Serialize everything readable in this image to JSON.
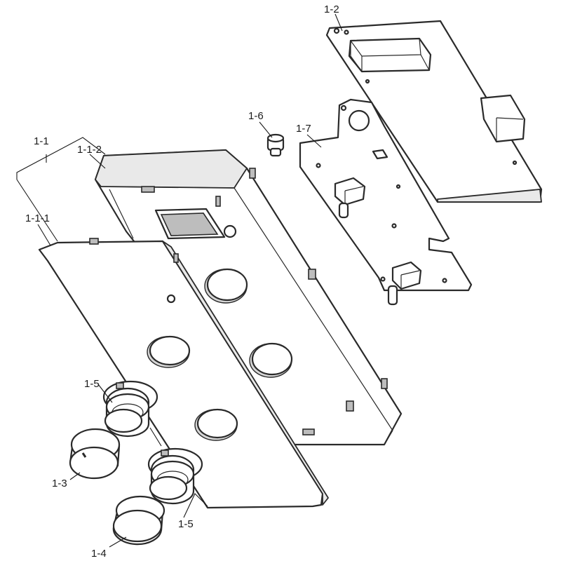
{
  "labels": {
    "l_1_1": "1-1",
    "l_1_1_2": "1-1-2",
    "l_1_1_1": "1-1-1",
    "l_1_2": "1-2",
    "l_1_6": "1-6",
    "l_1_7": "1-7",
    "l_1_5_top": "1-5",
    "l_1_5_bottom": "1-5",
    "l_1_3": "1-3",
    "l_1_4": "1-4"
  }
}
